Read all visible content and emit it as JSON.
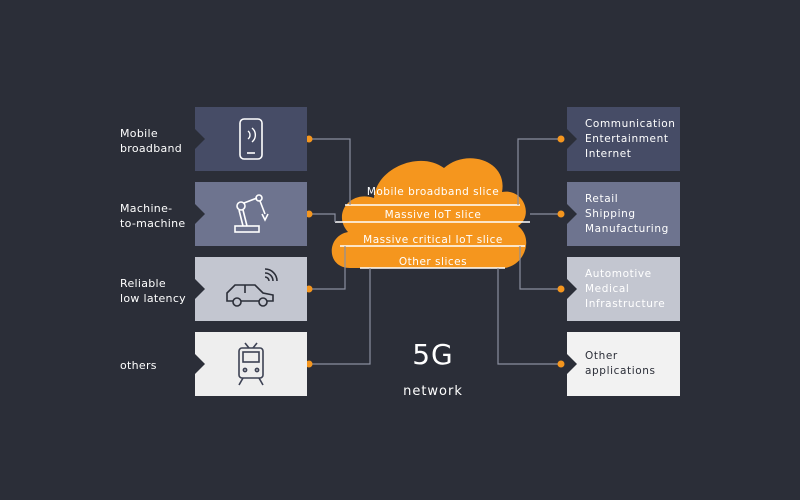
{
  "left": [
    {
      "label": "Mobile\nbroadband",
      "icon": "smartphone-icon"
    },
    {
      "label": "Machine-\nto-machine",
      "icon": "robot-arm-icon"
    },
    {
      "label": "Reliable\nlow latency",
      "icon": "connected-car-icon"
    },
    {
      "label": "others",
      "icon": "train-icon"
    }
  ],
  "slices": [
    "Mobile broadband slice",
    "Massive IoT slice",
    "Massive critical IoT slice",
    "Other slices"
  ],
  "right": [
    {
      "label": "Communication\nEntertainment\nInternet"
    },
    {
      "label": "Retail\nShipping\nManufacturing"
    },
    {
      "label": "Automotive\nMedical\nInfrastructure"
    },
    {
      "label": "Other\napplications"
    }
  ],
  "network": {
    "title": "5G",
    "subtitle": "network"
  },
  "colors": {
    "background": "#2b2e38",
    "accent": "#f5961e",
    "tiles": [
      "#464c66",
      "#6e748f",
      "#c3c6d0",
      "#eeeeee"
    ],
    "right_tiles": [
      "#464c66",
      "#6e748f",
      "#c3c6d0",
      "#f2f2f2"
    ]
  }
}
